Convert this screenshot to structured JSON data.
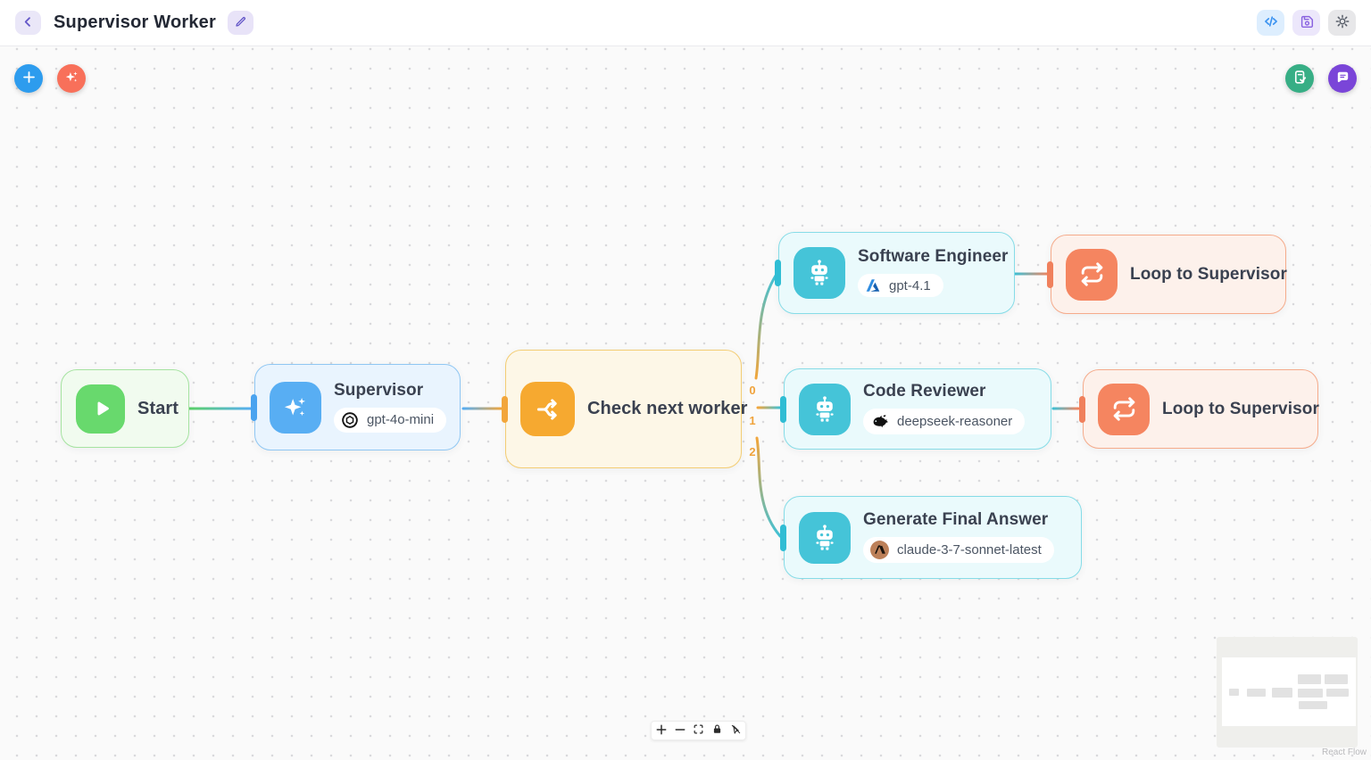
{
  "header": {
    "title": "Supervisor Worker"
  },
  "nodes": {
    "start": {
      "title": "Start"
    },
    "supervisor": {
      "title": "Supervisor",
      "model": "gpt-4o-mini",
      "provider": "openai"
    },
    "check_next_worker": {
      "title": "Check next worker"
    },
    "software_engineer": {
      "title": "Software Engineer",
      "model": "gpt-4.1",
      "provider": "azure"
    },
    "code_reviewer": {
      "title": "Code Reviewer",
      "model": "deepseek-reasoner",
      "provider": "deepseek"
    },
    "generate_final_answer": {
      "title": "Generate Final Answer",
      "model": "claude-3-7-sonnet-latest",
      "provider": "anthropic"
    },
    "loop_to_supervisor_top": {
      "title": "Loop to Supervisor"
    },
    "loop_to_supervisor_bottom": {
      "title": "Loop to Supervisor"
    }
  },
  "edges": {
    "labels": [
      "0",
      "1",
      "2"
    ]
  },
  "minimap": {
    "attribution": "React Flow"
  },
  "colors": {
    "start_green": "#68d96d",
    "supervisor_blue": "#58aef3",
    "router_orange": "#f6a930",
    "agent_teal": "#45c4d8",
    "loop_coral": "#f58560",
    "anthropic_tan": "#bc8059"
  }
}
